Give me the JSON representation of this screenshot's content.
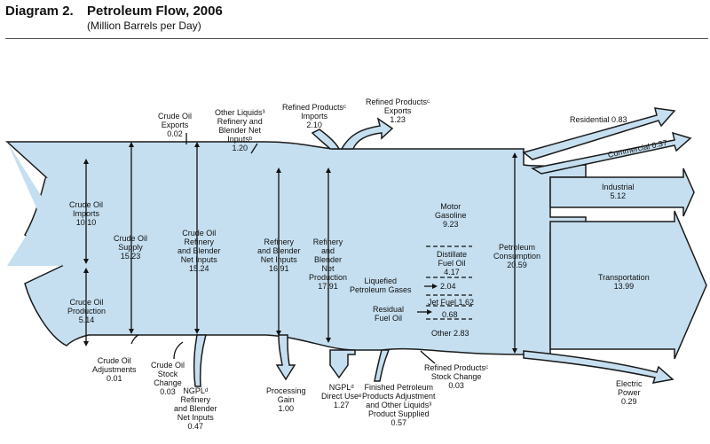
{
  "header": {
    "diagram_label": "Diagram 2.",
    "title": "Petroleum Flow, 2006",
    "subtitle": "(Million Barrels per Day)"
  },
  "colors": {
    "flow_fill": "#c5dff0",
    "flow_stroke": "#1a1a1a",
    "background": "#ffffff"
  },
  "nodes": {
    "crude_oil_exports": {
      "label": "Crude Oil\nExports",
      "value": "0.02"
    },
    "other_liquids": {
      "label": "Other Liquids³\nRefinery and\nBlender Net\nInputsᵇ",
      "value": "1.20"
    },
    "refined_products_imports": {
      "label": "Refined Productsᶜ\nImports",
      "value": "2.10"
    },
    "refined_products_exports": {
      "label": "Refined Productsᶜ\nExports",
      "value": "1.23"
    },
    "residential": {
      "label": "Residential",
      "value": "0.83"
    },
    "commercial": {
      "label": "Commercial",
      "value": "0.37"
    },
    "industrial": {
      "label": "Industrial",
      "value": "5.12"
    },
    "transportation": {
      "label": "Transportation",
      "value": "13.99"
    },
    "electric_power": {
      "label": "Electric\nPower",
      "value": "0.29"
    },
    "crude_oil_imports": {
      "label": "Crude Oil\nImports",
      "value": "10.10"
    },
    "crude_oil_production": {
      "label": "Crude Oil\nProduction",
      "value": "5.14"
    },
    "crude_oil_supply": {
      "label": "Crude Oil\nSupply",
      "value": "15.23"
    },
    "crude_refinery_inputs": {
      "label": "Crude Oil\nRefinery\nand Blender\nNet Inputs",
      "value": "15.24"
    },
    "refinery_net_inputs": {
      "label": "Refinery\nand Blender\nNet Inputs",
      "value": "16.91"
    },
    "refinery_net_production": {
      "label": "Refinery\nand\nBlender\nNet\nProduction",
      "value": "17.91"
    },
    "motor_gasoline": {
      "label": "Motor\nGasoline",
      "value": "9.23"
    },
    "distillate_fuel_oil": {
      "label": "Distillate\nFuel Oil",
      "value": "4.17"
    },
    "lpg": {
      "label": "Liquefied\nPetroleum Gases",
      "value": "2.04"
    },
    "jet_fuel": {
      "label": "Jet Fuel",
      "value": "1.62"
    },
    "residual_fuel_oil": {
      "label": "Residual\nFuel Oil",
      "value": "0.68"
    },
    "other": {
      "label": "Other",
      "value": "2.83"
    },
    "petroleum_consumption": {
      "label": "Petroleum\nConsumption",
      "value": "20.59"
    },
    "crude_oil_adjustments": {
      "label": "Crude Oil\nAdjustments",
      "value": "0.01"
    },
    "crude_oil_stock_change": {
      "label": "Crude Oil\nStock\nChange",
      "value": "0.03"
    },
    "ngpl_refinery_inputs": {
      "label": "NGPLᵈ\nRefinery\nand Blender\nNet Inputs",
      "value": "0.47"
    },
    "processing_gain": {
      "label": "Processing\nGain",
      "value": "1.00"
    },
    "ngpl_direct_use": {
      "label": "NGPLᵈ\nDirect Useᵉ",
      "value": "1.27"
    },
    "finished_products_adjustment": {
      "label": "Finished Petroleum\nProducts Adjustment\nand Other Liquids³\nProduct Supplied",
      "value": "0.57"
    },
    "refined_products_stock_change": {
      "label": "Refined Productsᶜ\nStock Change",
      "value": "0.03"
    }
  }
}
